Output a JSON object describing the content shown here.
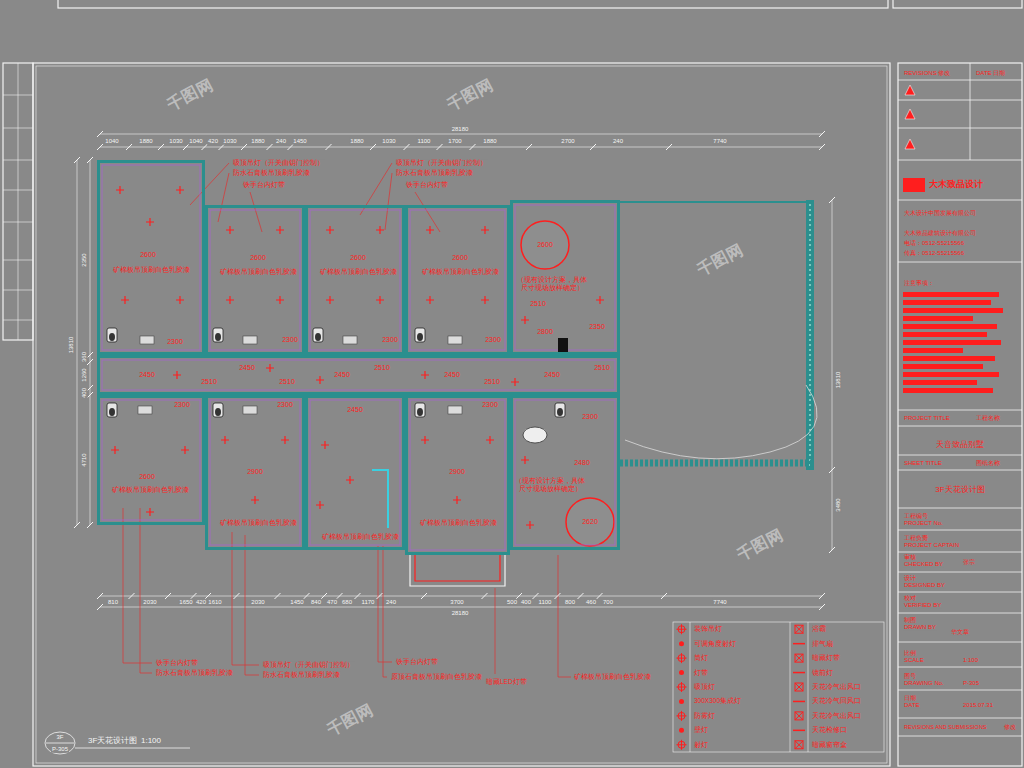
{
  "diagram": {
    "title": "3F天花设计图",
    "nodes": [
      {
        "text": [
          "2600",
          "矿棉板吊顶刷白色乳胶漆",
          "2300"
        ]
      },
      {
        "text": [
          "2600",
          "矿棉板吊顶刷白色乳胶漆",
          "2300"
        ]
      },
      {
        "text": [
          "2600",
          "矿棉板吊顶刷白色乳胶漆",
          "2300"
        ]
      },
      {
        "text": [
          "2600",
          "矿棉板吊顶刷白色乳胶漆",
          "2300"
        ]
      },
      {
        "text": [
          "2600",
          "（现有设计方案，具体尺寸现场放样确定）",
          "2510",
          "2800",
          "2350"
        ]
      },
      {
        "text": [
          "2450",
          "2510",
          "2450",
          "2510",
          "2450",
          "2510",
          "2450",
          "2510",
          "2450",
          "2510"
        ]
      },
      {
        "text": [
          "2300",
          "2600",
          "矿棉板吊顶刷白色乳胶漆"
        ]
      },
      {
        "text": [
          "2300",
          "2900",
          "矿棉板吊顶刷白色乳胶漆"
        ]
      },
      {
        "text": [
          "2450",
          "矿棉板吊顶刷白色乳胶漆"
        ]
      },
      {
        "text": [
          "2300",
          "2900",
          "矿棉板吊顶刷白色乳胶漆"
        ]
      },
      {
        "text": [
          "2300",
          "（现有设计方案，具体尺寸现场放样确定）",
          "2480",
          "2620"
        ]
      }
    ],
    "labels": [
      "1040",
      "1880",
      "1030",
      "1040",
      "420",
      "1030",
      "1880",
      "240",
      "1450",
      "1880",
      "1030",
      "1100",
      "1700",
      "1880",
      "2700",
      "240",
      "7740",
      "28180",
      "810",
      "2030",
      "1650",
      "420",
      "1610",
      "2030",
      "1450",
      "840",
      "470",
      "680",
      "1170",
      "240",
      "3700",
      "500",
      "400",
      "1100",
      "800",
      "460",
      "700",
      "7740",
      "28180",
      "2350",
      "13810",
      "360",
      "1260",
      "400",
      "4710",
      "13810",
      "3480",
      "吸顶吊灯（开关由钥门控制）",
      "防水石膏板吊顶刷乳胶漆",
      "铁手台内灯带",
      "吸顶吊灯（开关由钥门控制）",
      "防水石膏板吊顶刷乳胶漆",
      "铁手台内灯带",
      "铁手台内灯带",
      "防水石膏板吊顶刷乳胶漆",
      "吸顶吊灯（开关由钥门控制）",
      "防水石膏板吊顶刷乳胶漆",
      "铁手台内灯带",
      "原顶石膏板吊顶刷白色乳胶漆",
      "暗藏LED灯带",
      "矿棉板吊顶刷白色乳胶漆",
      "3F",
      "P-305",
      "1:100",
      "REVISIONS 修改",
      "DATE 日期",
      "大木致品设计",
      "大木设计中国发展有限公司",
      "大木致品建筑设计有限公司",
      "电话：0512-55215566",
      "传真：0512-55215566",
      "注意事项：",
      "PROJECT TITLE",
      "工程名称",
      "天音致品别墅",
      "SHEET TITLE",
      "图纸名称",
      "3F天花设计图",
      "工程编号",
      "PROJECT No.",
      "工程负责",
      "PROJECT CAPTAIN",
      "审核",
      "CHECKED BY",
      "张宗",
      "设计",
      "DESIGNED BY",
      "校对",
      "VERIFIED BY",
      "制图",
      "DRAWN BY",
      "华文章",
      "比例",
      "SCALE",
      "1:100",
      "图号",
      "DRAWING No.",
      "P-305",
      "日期",
      "DATE",
      "2015.07.31",
      "REVISIONS AND SUBMISSIONS",
      "修改",
      "千图网",
      "千图网",
      "千图网",
      "千图网",
      "千图网"
    ],
    "legend": [
      {
        "text": "装饰吊灯"
      },
      {
        "text": "浴霸"
      },
      {
        "text": "可调角度射灯"
      },
      {
        "text": "排气扇"
      },
      {
        "text": "筒灯"
      },
      {
        "text": "暗藏灯带"
      },
      {
        "text": "灯带"
      },
      {
        "text": "镜前灯"
      },
      {
        "text": "吸顶灯"
      },
      {
        "text": "天花冷气出风口"
      },
      {
        "text": "300X300集成灯"
      },
      {
        "text": "天花冷气回风口"
      },
      {
        "text": "防雾灯"
      },
      {
        "text": "天花冷气出风口"
      },
      {
        "text": "壁灯"
      },
      {
        "text": "天花检修口"
      },
      {
        "text": "射灯"
      },
      {
        "text": "暗藏窗帘盒"
      }
    ]
  }
}
